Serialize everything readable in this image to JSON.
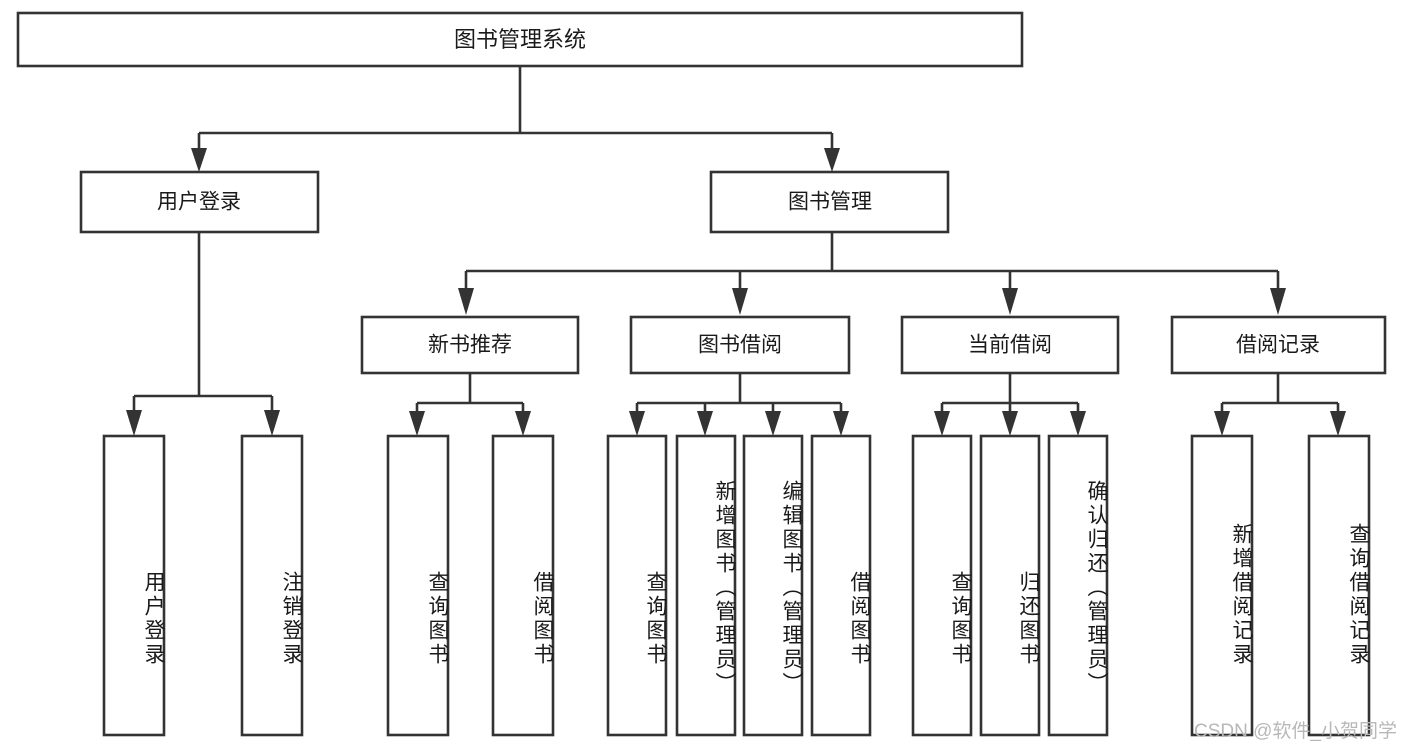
{
  "diagram": {
    "type": "tree",
    "title": "图书管理系统",
    "watermark": "CSDN @软件_小贺同学",
    "colors": {
      "box_stroke": "#333333",
      "box_fill": "#ffffff",
      "text": "#1a1a1a",
      "watermark": "#b8b8b8",
      "background": "#ffffff"
    },
    "root": {
      "label": "图书管理系统"
    },
    "level1": [
      {
        "label": "用户登录"
      },
      {
        "label": "图书管理"
      }
    ],
    "level2": [
      {
        "label": "新书推荐"
      },
      {
        "label": "图书借阅"
      },
      {
        "label": "当前借阅"
      },
      {
        "label": "借阅记录"
      }
    ],
    "leaves_user_login": [
      {
        "label": "用户登录"
      },
      {
        "label": "注销登录"
      }
    ],
    "leaves_new_book": [
      {
        "label": "查询图书"
      },
      {
        "label": "借阅图书"
      }
    ],
    "leaves_borrow": [
      {
        "label": "查询图书"
      },
      {
        "label": "新增图书（管理员）"
      },
      {
        "label": "编辑图书（管理员）"
      },
      {
        "label": "借阅图书"
      }
    ],
    "leaves_current": [
      {
        "label": "查询图书"
      },
      {
        "label": "归还图书"
      },
      {
        "label": "确认归还（管理员）"
      }
    ],
    "leaves_records": [
      {
        "label": "新增借阅记录"
      },
      {
        "label": "查询借阅记录"
      }
    ]
  }
}
